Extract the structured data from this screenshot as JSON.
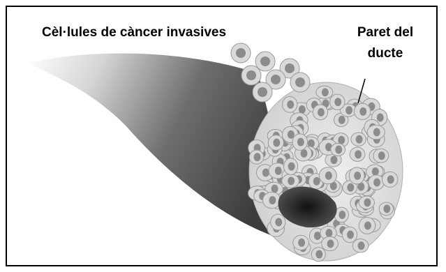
{
  "labels": {
    "invasive_cells": "Cèl·lules de càncer invasives",
    "duct_wall_line1": "Paret del",
    "duct_wall_line2": "ducte"
  },
  "colors": {
    "frame_border": "#000000",
    "cell_fill": "#d9d9d9",
    "cell_outline": "#9a9a9a",
    "nucleus": "#8c8c8c",
    "lumen": "#2b2b2b"
  }
}
